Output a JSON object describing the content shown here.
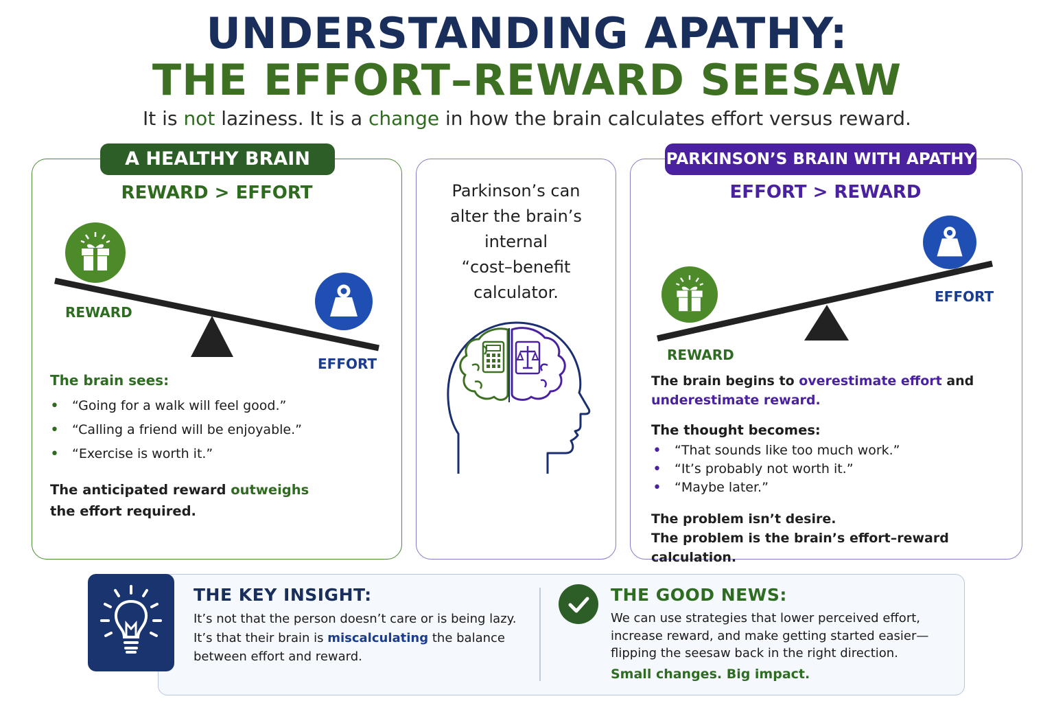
{
  "title": {
    "line1": "UNDERSTANDING APATHY:",
    "line2": "THE EFFORT–REWARD SEESAW"
  },
  "subtitle": {
    "part1": "It is ",
    "emph1": "not",
    "part2": " laziness. It is a ",
    "emph2": "change",
    "part3": " in how the brain calculates effort versus reward."
  },
  "healthy": {
    "pill": "A HEALTHY BRAIN",
    "equation": "REWARD > EFFORT",
    "reward_label": "REWARD",
    "effort_label": "EFFORT",
    "sees_heading": "The brain sees:",
    "items": [
      "“Going for a walk will feel good.”",
      "“Calling a friend will be enjoyable.”",
      "“Exercise is worth it.”"
    ],
    "summary_part1": "The anticipated reward ",
    "summary_emph": "outweighs",
    "summary_part2": "the effort required."
  },
  "middle": {
    "lines": [
      "Parkinson’s can",
      "alter the brain’s",
      "internal",
      "“cost–benefit",
      "calculator."
    ]
  },
  "apathy": {
    "pill": "PARKINSON’S BRAIN WITH APATHY",
    "equation": "EFFORT > REWARD",
    "reward_label": "REWARD",
    "effort_label": "EFFORT",
    "begins_part1": "The brain begins to ",
    "begins_emph1": "overestimate effort",
    "begins_part2": " and",
    "begins_emph2": "underestimate reward.",
    "thought_heading": "The thought becomes:",
    "items": [
      "“That sounds like too much work.”",
      "“It’s probably not worth it.”",
      "“Maybe later.”"
    ],
    "problem1": "The problem isn’t desire.",
    "problem2": "The problem is the brain’s effort–reward calculation."
  },
  "insight": {
    "title": "THE KEY INSIGHT:",
    "line1": "It’s not that the person doesn’t care or is being lazy.",
    "line2_part1": "It’s that their brain is ",
    "line2_emph": "miscalculating",
    "line2_part2": " the balance",
    "line3": "between effort and reward."
  },
  "news": {
    "title": "THE GOOD NEWS:",
    "line1": "We can use strategies that lower perceived effort,",
    "line2": "increase reward, and make getting started easier—",
    "line3": "flipping the seesaw back in the right direction.",
    "tagline": "Small changes. Big impact."
  },
  "colors": {
    "navy": "#1a2e5c",
    "green": "#3d7022",
    "dark_green": "#2d5e27",
    "purple": "#4a22a0",
    "blue": "#1a3d8f"
  },
  "icons": [
    "gift-icon",
    "weight-icon",
    "brain-head-icon",
    "lightbulb-icon",
    "checkmark-icon"
  ]
}
